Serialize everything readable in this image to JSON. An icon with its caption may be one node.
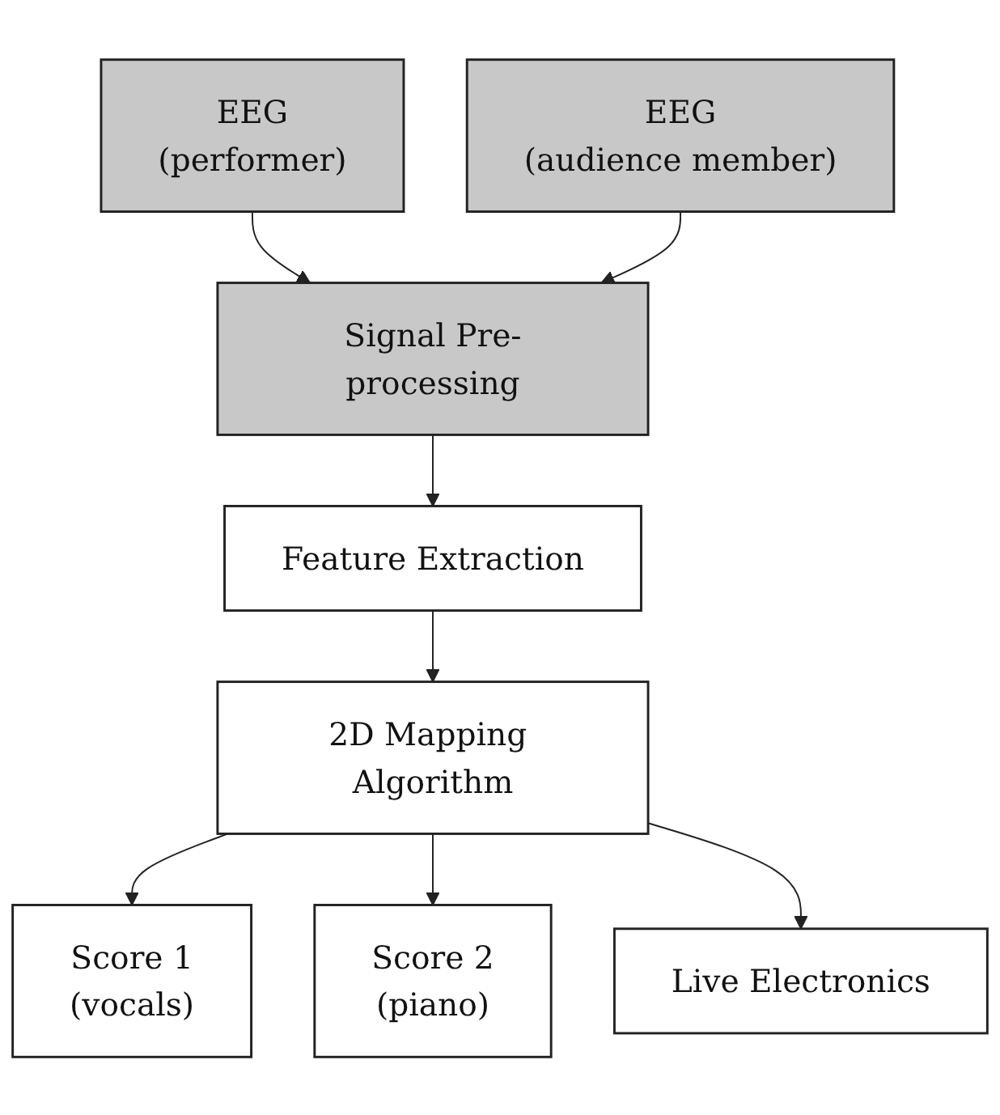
{
  "diagram": {
    "nodes": [
      {
        "text": [
          "EEG",
          "(performer)"
        ]
      },
      {
        "text": [
          "EEG",
          "(audience member)"
        ]
      },
      {
        "text": [
          "Signal Pre-processing"
        ]
      },
      {
        "text": [
          "Feature Extraction"
        ]
      },
      {
        "text": [
          "2D Mapping Algorithm"
        ]
      },
      {
        "text": [
          "Score 1",
          "(vocals)"
        ]
      },
      {
        "text": [
          "Score 2",
          "(piano)"
        ]
      },
      {
        "text": [
          "Live Electronics"
        ]
      }
    ],
    "edges": [
      {
        "from": 0,
        "to": 2,
        "arrow": "to"
      },
      {
        "from": 1,
        "to": 2,
        "arrow": "to"
      },
      {
        "from": 2,
        "to": 3,
        "arrow": "to"
      },
      {
        "from": 3,
        "to": 4,
        "arrow": "to"
      },
      {
        "from": 4,
        "to": 5,
        "arrow": "to"
      },
      {
        "from": 4,
        "to": 6,
        "arrow": "to"
      },
      {
        "from": 4,
        "to": 7,
        "arrow": "to"
      }
    ]
  }
}
